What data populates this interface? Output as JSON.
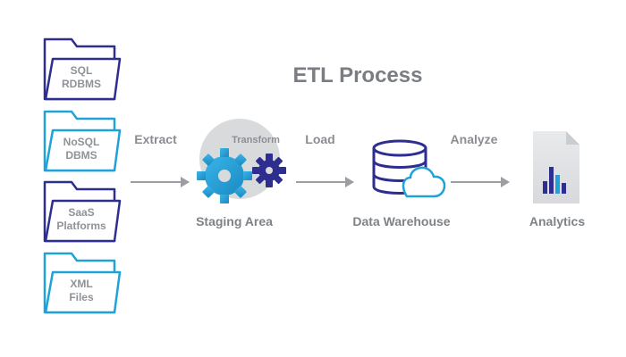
{
  "title": "ETL Process",
  "sources": [
    {
      "line1": "SQL",
      "line2": "RDBMS"
    },
    {
      "line1": "NoSQL",
      "line2": "DBMS"
    },
    {
      "line1": "SaaS",
      "line2": "Platforms"
    },
    {
      "line1": "XML",
      "line2": "Files"
    }
  ],
  "steps": {
    "extract": "Extract",
    "transform": "Transform",
    "load": "Load",
    "analyze": "Analyze"
  },
  "stages": {
    "staging": "Staging Area",
    "warehouse": "Data Warehouse",
    "analytics": "Analytics"
  },
  "colors": {
    "navy": "#2d2e8f",
    "blue": "#20a1d8",
    "teal": "#1f9ccf",
    "gray_text": "#8a8d91",
    "gray_light": "#d8d9db",
    "gray_doc": "#dddee0"
  }
}
